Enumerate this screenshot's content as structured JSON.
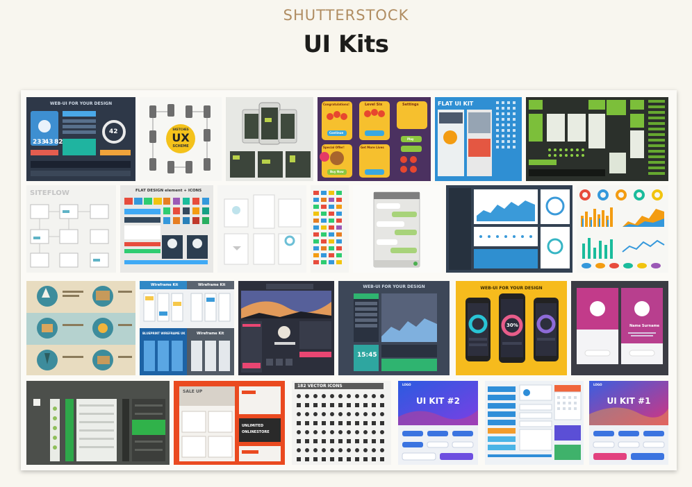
{
  "header": {
    "brand": "SHUTTERSTOCK",
    "title": "UI Kits"
  },
  "tiles": {
    "web_ui_dark": {
      "label": "WEB-UI FOR YOUR DESIGN",
      "stats": [
        "233",
        "43",
        "82",
        "42"
      ]
    },
    "ux_scheme": {
      "line1": "SKETCHES",
      "line2": "UX",
      "line3": "SCHEME"
    },
    "game_ui": {
      "b1": "Congratulations!",
      "b2": "Level Six",
      "b3": "Settings",
      "b4": "Special Offer!",
      "b5": "Get More Lives",
      "p1": "Continue",
      "p2": "Play",
      "p3": "Buy Now"
    },
    "flat_ui_kit": {
      "label": "FLAT UI KIT"
    },
    "siteflow": {
      "label": "SITEFLOW"
    },
    "flat_design_icons": {
      "label": "FLAT DESIGN element + ICONS"
    },
    "web_ui_dashboard": {
      "label": "WEB-UI FOR YOUR DESIGN",
      "time": "15:45"
    },
    "web_ui_yellow": {
      "label": "WEB-UI FOR YOUR DESIGN",
      "gauge": "30%"
    },
    "purple_profile": {
      "name": "Name Surname"
    },
    "wireframe": {
      "l1": "Wireframe Kit",
      "l2": "Wireframe Kit",
      "l3": "BLUEPRINT WIREFRAME UK",
      "l4": "Wireframe Kit"
    },
    "red_kit": {
      "l1": "SALE UP",
      "l2": "UNLIMITED",
      "l3": "ONLINESTORE"
    },
    "vector_icons": {
      "label": "182 VECTOR ICONS"
    },
    "ui_kit_2": {
      "label": "UI KIT #2",
      "logo": "LOGO"
    },
    "ui_kit_1": {
      "label": "UI KIT #1",
      "logo": "LOGO"
    }
  }
}
